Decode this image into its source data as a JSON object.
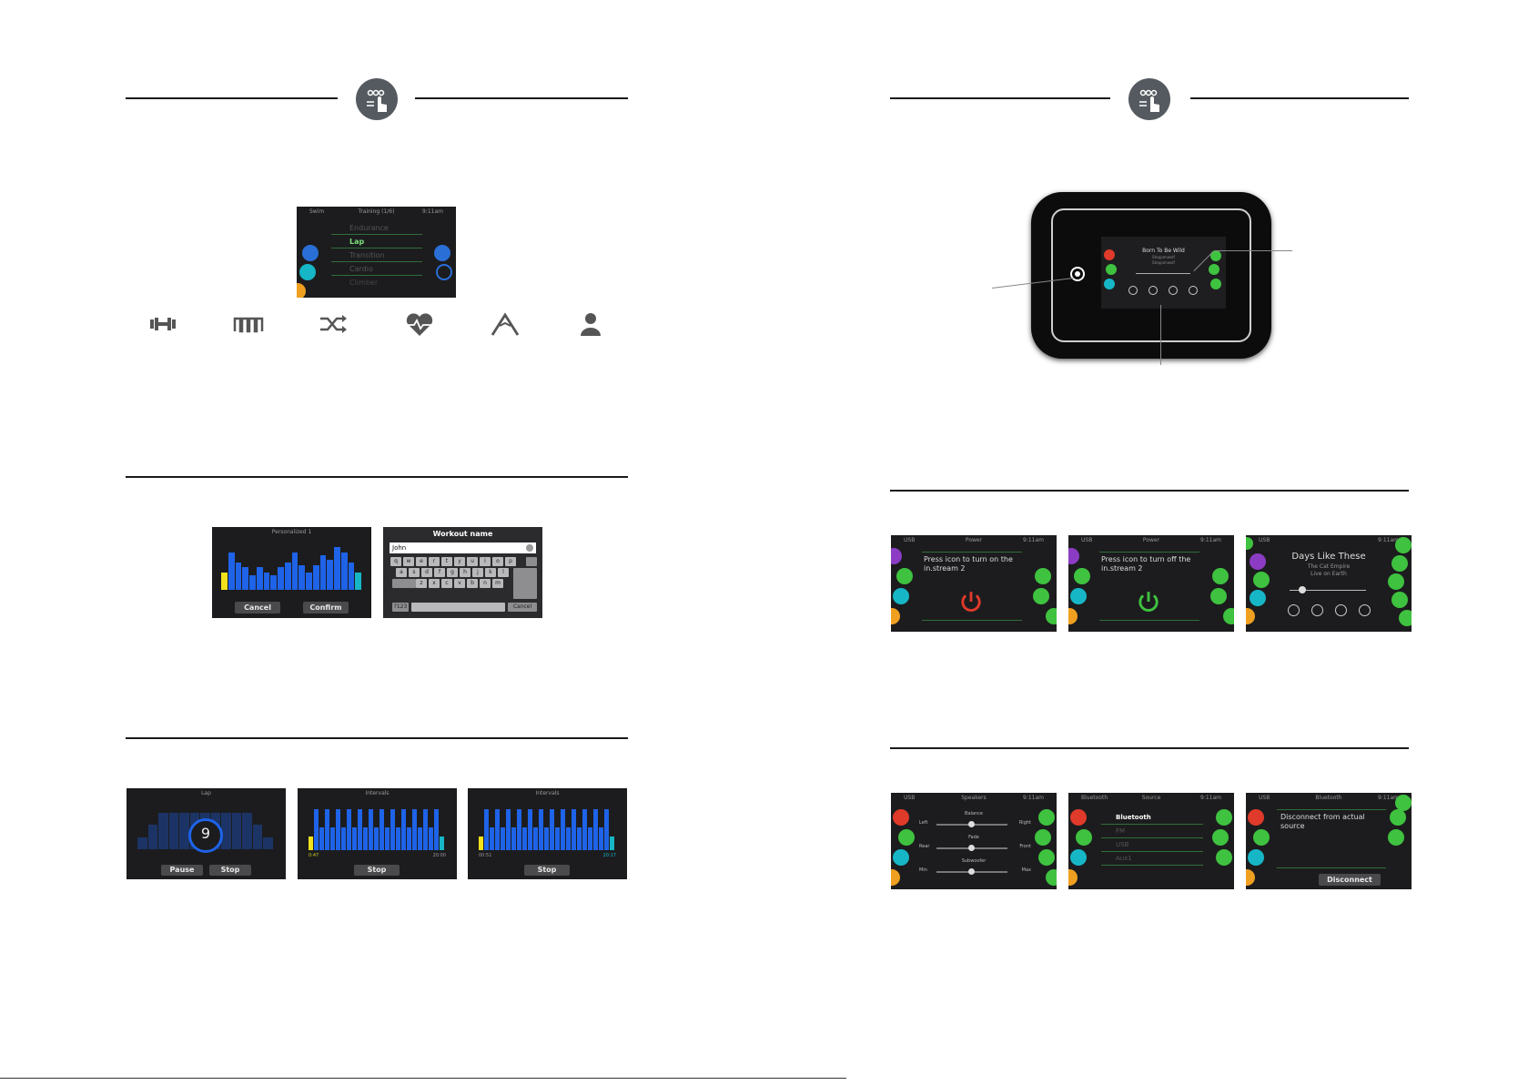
{
  "colors": {
    "accent_green": "#3fc23f",
    "accent_blue": "#2a6fd6",
    "accent_red": "#e03a2a",
    "accent_cyan": "#17b6c6",
    "accent_yellow": "#f2e21d",
    "bar_blue": "#1e63e8",
    "screen_bg": "#1c1c1e"
  },
  "icons": [
    "dumbbell-icon",
    "intervals-icon",
    "shuffle-icon",
    "heart-icon",
    "mountain-icon",
    "person-icon"
  ],
  "training_menu": {
    "header_left": "Swim",
    "header_center": "Training (1/6)",
    "header_right": "9:11am",
    "items": [
      "Endurance",
      "Lap",
      "Transition",
      "Cardio",
      "Climber"
    ],
    "selected": "Lap"
  },
  "personalized": {
    "title": "Personalized 1",
    "cancel": "Cancel",
    "confirm": "Confirm"
  },
  "keyboard": {
    "title": "Workout name",
    "value": "John",
    "row1": [
      "q",
      "w",
      "e",
      "r",
      "t",
      "y",
      "u",
      "i",
      "o",
      "p"
    ],
    "row2": [
      "a",
      "s",
      "d",
      "f",
      "g",
      "h",
      "j",
      "k",
      "l"
    ],
    "row3": [
      "z",
      "x",
      "c",
      "v",
      "b",
      "n",
      "m"
    ],
    "sym": "?123",
    "cancel": "Cancel"
  },
  "run_screens": [
    {
      "title": "Lap",
      "timer": "9",
      "btn1": "Pause",
      "btn2": "Stop"
    },
    {
      "title": "Intervals",
      "left": "0:47",
      "right": "20:00",
      "btn": "Stop"
    },
    {
      "title": "Intervals",
      "left": "00:51",
      "right": "20:17",
      "btn": "Stop"
    }
  ],
  "panel": {
    "song": "Born To Be Wild",
    "artist": "Steppenwolf",
    "album": "Steppenwolf"
  },
  "power_screens": [
    {
      "header_left": "USB",
      "header_center": "Power",
      "header_right": "9:11am",
      "text": "Press icon to turn on the in.stream 2"
    },
    {
      "header_left": "USB",
      "header_center": "Power",
      "header_right": "9:11am",
      "text": "Press icon to turn off the in.stream 2"
    }
  ],
  "music_screen": {
    "header_left": "USB",
    "header_right": "9:11am",
    "song": "Days Like These",
    "artist": "The Cat Empire",
    "album": "Live on Earth"
  },
  "speakers": {
    "header_left": "USB",
    "header_center": "Speakers",
    "header_right": "9:11am",
    "balance": "Balance",
    "left": "Left",
    "right": "Right",
    "fade": "Fade",
    "rear": "Rear",
    "front": "Front",
    "subwoofer": "Subwoofer",
    "min": "Min",
    "max": "Max"
  },
  "source": {
    "header_left": "Bluetooth",
    "header_center": "Source",
    "header_right": "9:11am",
    "items": [
      "Bluetooth",
      "FM",
      "USB",
      "Aux1"
    ]
  },
  "bt_screen": {
    "header_left": "USB",
    "header_center": "Bluetooth",
    "header_right": "9:11am",
    "text": "Disconnect from actual source",
    "btn": "Disconnect"
  }
}
